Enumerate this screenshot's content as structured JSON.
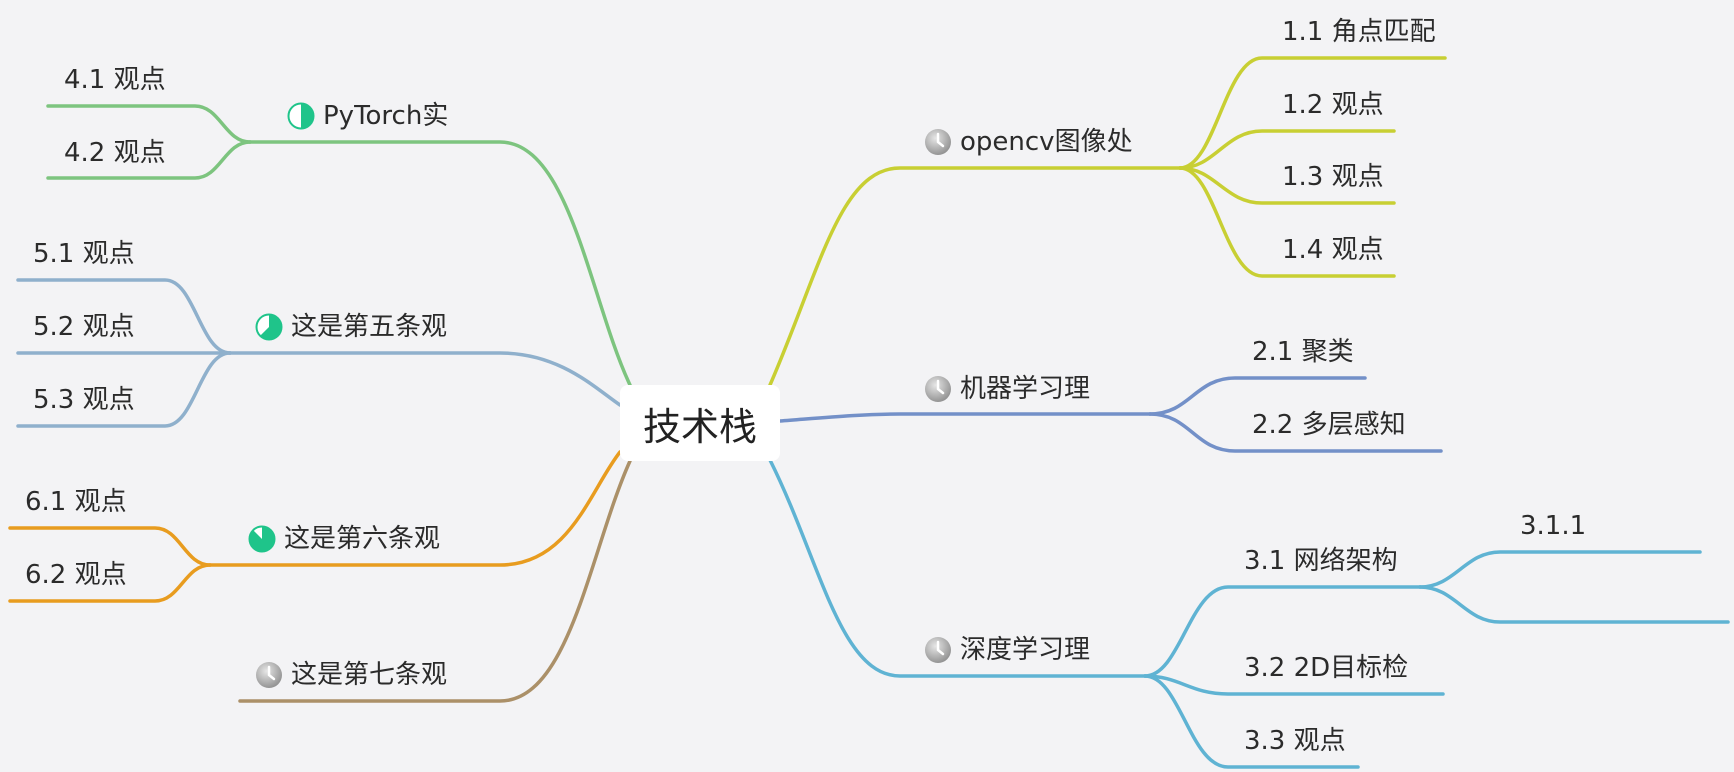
{
  "root": {
    "label": "技术栈"
  },
  "colors": {
    "b1": "#c8cf33",
    "b2": "#7390c8",
    "b3": "#5fb3d3",
    "b4": "#7dc47f",
    "b5": "#8fb0cc",
    "b6": "#e89c1f",
    "b7": "#ab9068",
    "icon_gray": "#9e9e9e",
    "icon_green": "#1fc48a"
  },
  "branches": [
    {
      "id": "b1",
      "label": "opencv图像处",
      "icon": "clock-gray-icon",
      "children": [
        {
          "label": "1.1 角点匹配"
        },
        {
          "label": "1.2 观点"
        },
        {
          "label": "1.3 观点"
        },
        {
          "label": "1.4 观点"
        }
      ]
    },
    {
      "id": "b2",
      "label": "机器学习理",
      "icon": "clock-gray-icon",
      "children": [
        {
          "label": "2.1 聚类"
        },
        {
          "label": "2.2 多层感知"
        }
      ]
    },
    {
      "id": "b3",
      "label": "深度学习理",
      "icon": "clock-gray-icon",
      "children": [
        {
          "label": "3.1 网络架构",
          "children": [
            {
              "label": "3.1.1"
            },
            {
              "label": ""
            }
          ]
        },
        {
          "label": "3.2 2D目标检"
        },
        {
          "label": "3.3 观点"
        }
      ]
    },
    {
      "id": "b4",
      "label": "PyTorch实",
      "icon": "progress-half-icon",
      "progress": 0.5,
      "children": [
        {
          "label": "4.1 观点"
        },
        {
          "label": "4.2 观点"
        }
      ]
    },
    {
      "id": "b5",
      "label": "这是第五条观",
      "icon": "progress-five-eighths-icon",
      "progress": 0.625,
      "children": [
        {
          "label": "5.1 观点"
        },
        {
          "label": "5.2 观点"
        },
        {
          "label": "5.3 观点"
        }
      ]
    },
    {
      "id": "b6",
      "label": "这是第六条观",
      "icon": "progress-seven-eighths-icon",
      "progress": 0.875,
      "children": [
        {
          "label": "6.1 观点"
        },
        {
          "label": "6.2 观点"
        }
      ]
    },
    {
      "id": "b7",
      "label": "这是第七条观",
      "icon": "clock-gray-icon",
      "children": []
    }
  ]
}
